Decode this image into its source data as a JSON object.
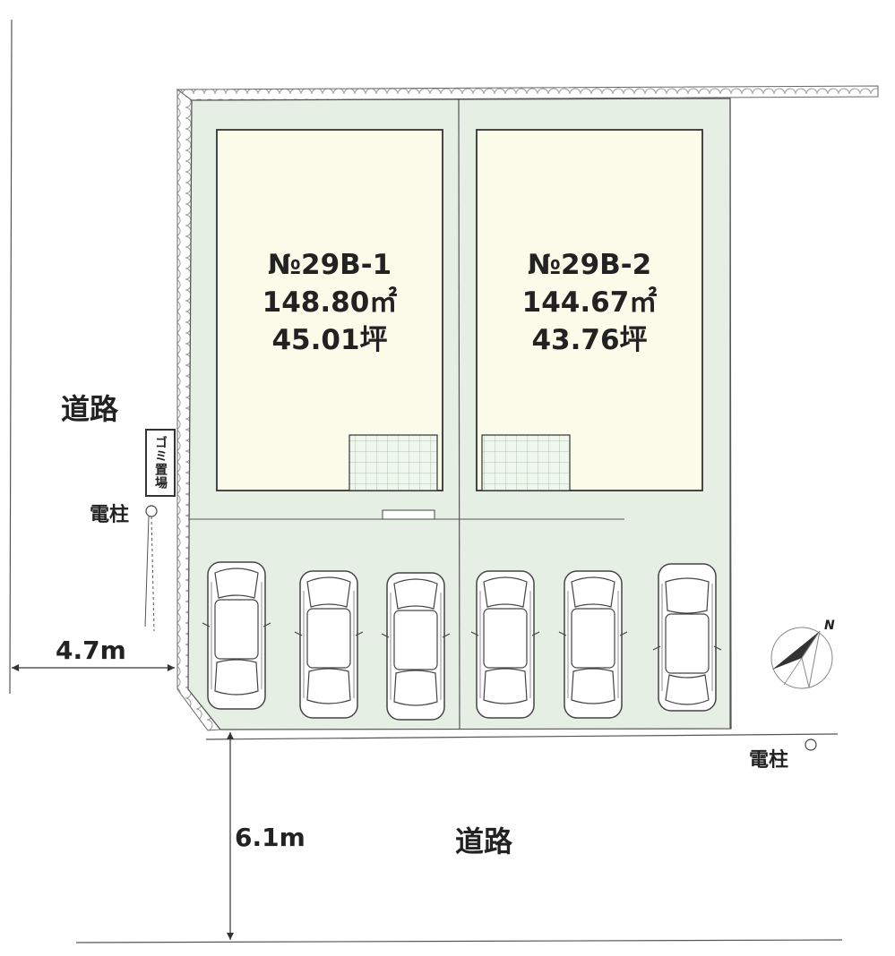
{
  "lots": [
    {
      "number": "№29B-1",
      "area_m2": "148.80㎡",
      "area_tsubo": "45.01坪"
    },
    {
      "number": "№29B-2",
      "area_m2": "144.67㎡",
      "area_tsubo": "43.76坪"
    }
  ],
  "roads": {
    "west_label": "道路",
    "south_label": "道路",
    "west_width": "4.7m",
    "south_width": "6.1m"
  },
  "utility_pole_label": "電柱",
  "utility_pole_label_2": "電柱",
  "garbage_label": "ゴミ置場",
  "compass_label": "N",
  "colors": {
    "lot_fill": "#e6efe4",
    "building_fill": "#fbfbea",
    "parking_grid": "#eef6ee",
    "wall_fill": "#ffffff",
    "line": "#555555"
  }
}
